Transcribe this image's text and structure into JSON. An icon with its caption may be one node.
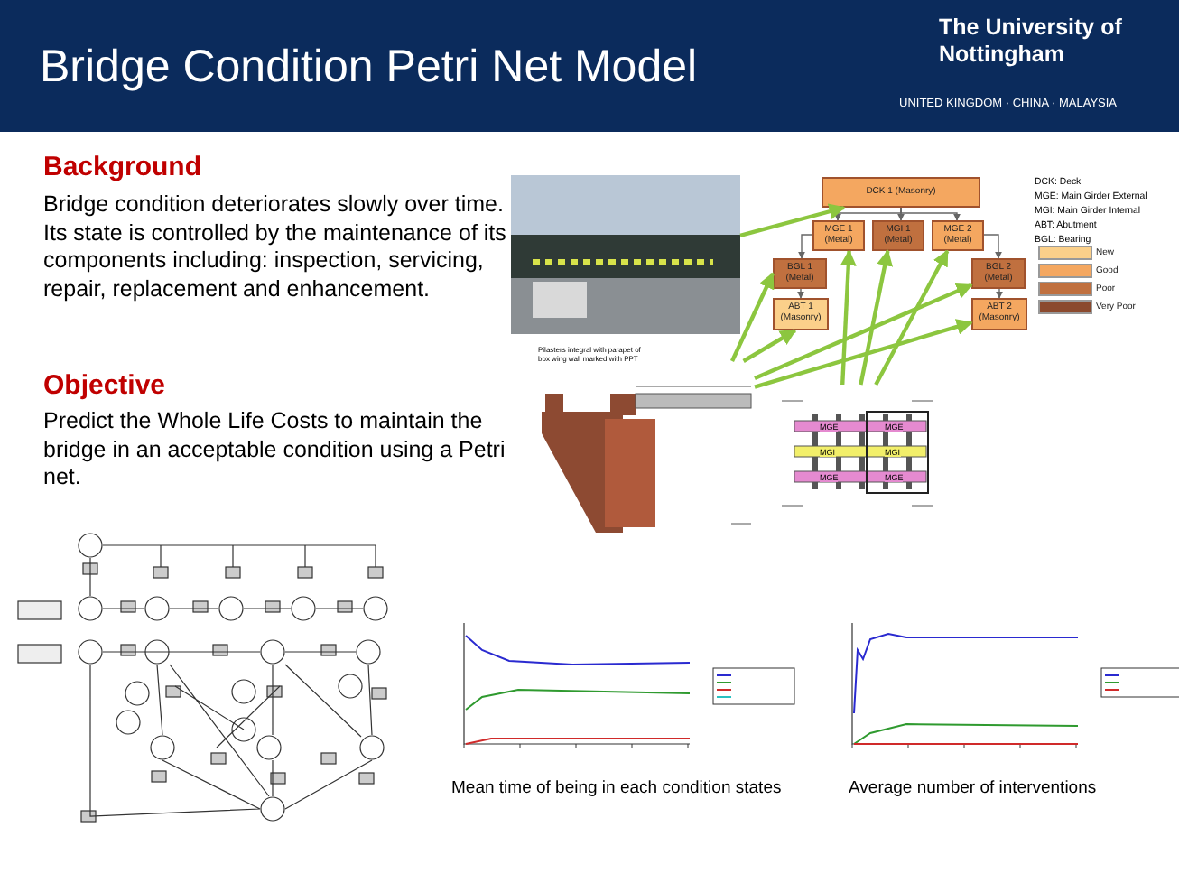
{
  "diagram": {
    "title": "Bridge Condition Petri Net Model",
    "nodes": [
      {
        "text": [],
        "shape": "picture"
      },
      {
        "text": [
          "DCK 1 (Masonry)"
        ]
      },
      {
        "text": [
          "MGE 1 (Metal)"
        ]
      },
      {
        "text": [
          "MGI 1 (Metal)"
        ]
      },
      {
        "text": [
          "MGE 2 (Metal)"
        ]
      },
      {
        "text": [
          "BGL 1 (Metal)"
        ]
      },
      {
        "text": [
          "BGL 2 (Metal)"
        ]
      },
      {
        "text": [
          "ABT 1 (Masonry)"
        ]
      },
      {
        "text": [
          "ABT 2 (Masonry)"
        ]
      },
      {
        "text": [],
        "shape": "picture"
      },
      {
        "text": [],
        "shape": "picture"
      }
    ],
    "edges": [
      {
        "from": 1,
        "to": 2,
        "arrow": "to",
        "color": "#666666"
      },
      {
        "from": 1,
        "to": 3,
        "arrow": "to",
        "color": "#666666"
      },
      {
        "from": 1,
        "to": 4,
        "arrow": "to",
        "color": "#666666"
      },
      {
        "from": 2,
        "to": 5,
        "arrow": "to",
        "color": "#666666"
      },
      {
        "from": 4,
        "to": 6,
        "arrow": "to",
        "color": "#666666"
      },
      {
        "from": 5,
        "to": 7,
        "arrow": "to",
        "color": "#666666"
      },
      {
        "from": 6,
        "to": 8,
        "arrow": "to",
        "color": "#666666"
      },
      {
        "from": 0,
        "to": 1,
        "arrow": "to"
      },
      {
        "from": 10,
        "to": 2,
        "arrow": "to"
      },
      {
        "from": 10,
        "to": 3,
        "arrow": "to"
      },
      {
        "from": 10,
        "to": 4,
        "arrow": "to"
      },
      {
        "from": 9,
        "to": 5,
        "arrow": "to"
      },
      {
        "from": 9,
        "to": 7,
        "arrow": "to"
      },
      {
        "from": 9,
        "to": 6,
        "arrow": "to"
      },
      {
        "from": 9,
        "to": 8,
        "arrow": "to"
      }
    ],
    "labels": [
      "The University of Nottingham",
      "UNITED KINGDOM · CHINA · MALAYSIA",
      "Background",
      "Bridge condition deteriorates slowly over time.  Its state is controlled by the maintenance of its components including: inspection, servicing, repair, replacement and enhancement.",
      "Objective",
      "Predict the Whole Life Costs to maintain the bridge in an acceptable condition using a Petri net.",
      "DCK: Deck",
      "MGE: Main Girder External",
      "MGI: Main Girder Internal",
      "ABT: Abutment",
      "BGL: Bearing",
      "Pilasters integral with parapet of box wing wall marked with PPT",
      "MGE",
      "MGE",
      "MGI",
      "MGI",
      "MGE",
      "MGE",
      "Mean time of being in each condition states",
      "Average number of interventions"
    ],
    "legend": [
      {
        "text": "New",
        "color": "#fbd08a"
      },
      {
        "text": "Good",
        "color": "#f4a760"
      },
      {
        "text": "Poor",
        "color": "#c0703f"
      },
      {
        "text": "Very Poor",
        "color": "#8b4a2e"
      }
    ]
  }
}
